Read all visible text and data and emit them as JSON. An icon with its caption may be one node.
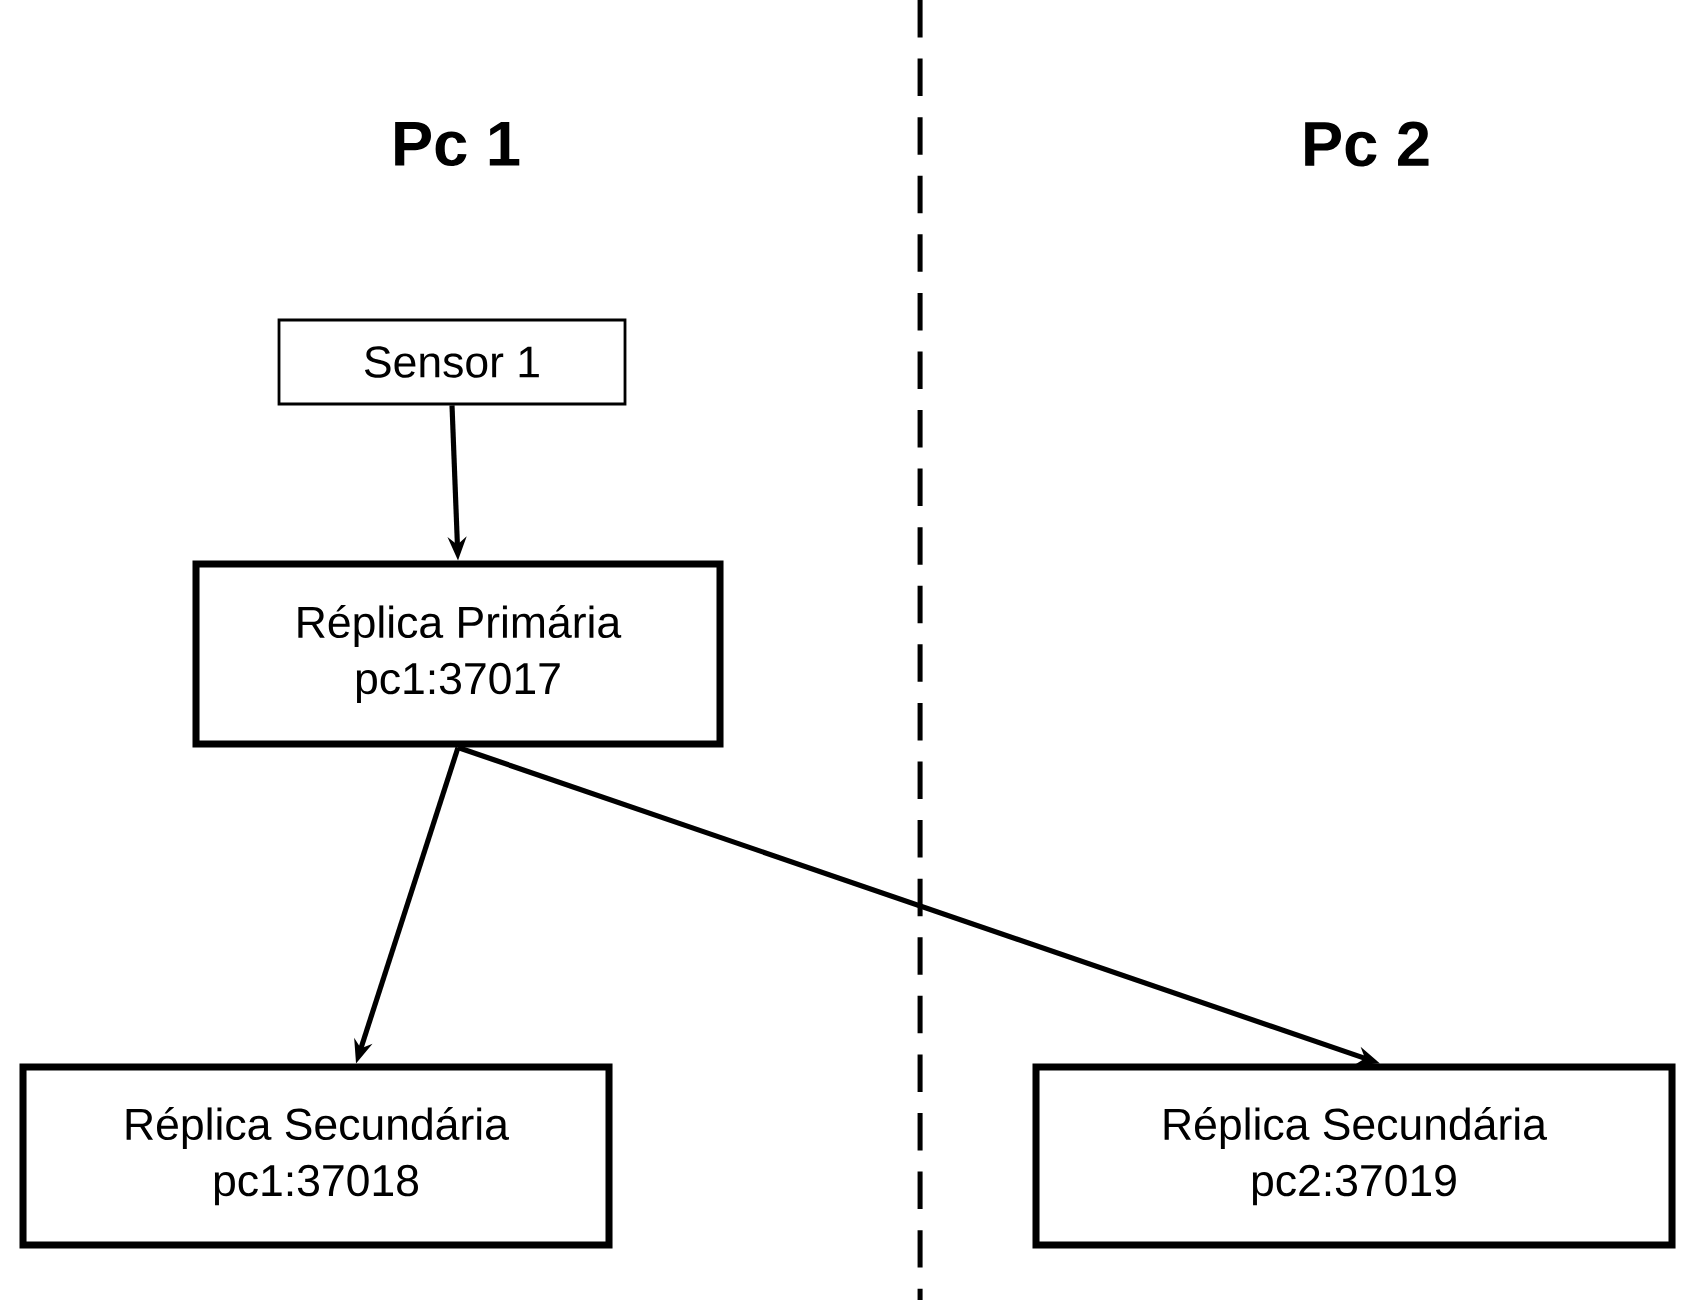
{
  "diagram": {
    "nodes": [
      {
        "text": [
          "Sensor 1"
        ]
      },
      {
        "text": [
          "Réplica Primária",
          "pc1:37017"
        ]
      },
      {
        "text": [
          "Réplica Secundária",
          "pc1:37018"
        ]
      },
      {
        "text": [
          "Réplica Secundária",
          "pc2:37019"
        ]
      }
    ],
    "edges": [
      {
        "from": 0,
        "to": 1,
        "arrow": "to"
      },
      {
        "from": 1,
        "to": 2,
        "arrow": "to"
      },
      {
        "from": 1,
        "to": 3,
        "arrow": "to"
      }
    ],
    "labels": [
      "Pc 1",
      "Pc 2"
    ]
  }
}
